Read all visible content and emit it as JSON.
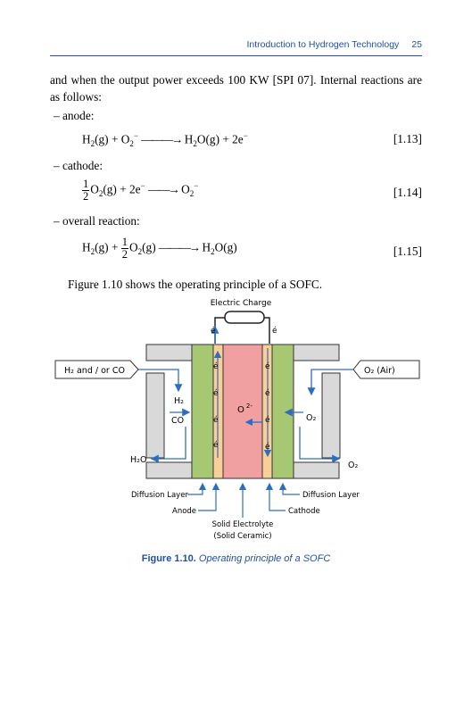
{
  "header": {
    "title": "Introduction to Hydrogen Technology",
    "page_number": "25"
  },
  "body": {
    "intro": "and when the output power exceeds 100 KW [SPI 07]. Internal reactions are as follows:",
    "anode_label": "– anode:",
    "cathode_label": "– cathode:",
    "overall_label": "– overall reaction:",
    "eq1_number": "[1.13]",
    "eq2_number": "[1.14]",
    "eq3_number": "[1.15]",
    "figure_ref": "Figure 1.10 shows the operating principle of a SOFC."
  },
  "diagram": {
    "electric_charge": "Electric Charge",
    "h2_input": "H₂ and / or  CO",
    "o2_input": "O₂ (Air)",
    "h2": "H₂",
    "co": "CO",
    "h2o": "H₂O",
    "o2_side": "O₂",
    "o2_out": "O₂",
    "o2_ion": "O",
    "o2_charge": "2-",
    "electron": "é",
    "diffusion_layer_left": "Diffusion Layer",
    "anode": "Anode",
    "solid_electrolyte": "Solid Electrolyte",
    "solid_ceramic": "(Solid Ceramic)",
    "cathode": "Cathode",
    "diffusion_layer_right": "Diffusion Layer",
    "colors": {
      "diffusion": "#a6c873",
      "electrode": "#f8cf98",
      "electrolyte": "#f0a0a0",
      "plate": "#d9d9d9",
      "arrow": "#2e6ec0"
    }
  },
  "caption": {
    "label": "Figure 1.10.",
    "text": "Operating principle of a SOFC"
  }
}
